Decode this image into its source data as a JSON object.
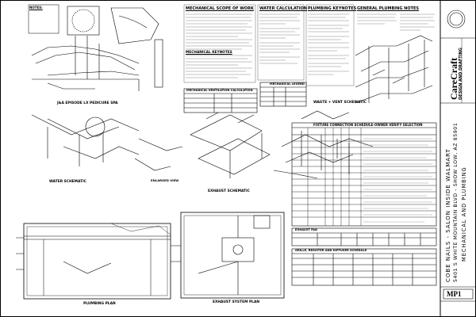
{
  "notes": {
    "title": "NOTES:"
  },
  "sections": {
    "mech_scope": "MECHANICAL SCOPE OF WORK",
    "water_calc": "WATER CALCULATION",
    "plumbing_keynotes": "PLUMBING KEYNOTES",
    "general_notes": "GENERAL PLUMBING NOTES",
    "mech_keynotes": "MECHANICAL KEYNOTES",
    "mech_vent_calc": "MECHANICAL VENTILATION CALCULATION",
    "mech_legend": "MECHANICAL LEGEND",
    "fixture_schedule": "FIXTURE CONNECTION SCHEDULE-OWNER VERIFY SELECTION",
    "exhaust_fan": "EXHAUST FAN",
    "grille_schedule": "GRILLE, REGISTER AND DIFFUSER SCHEDULE"
  },
  "drawings": {
    "pedicure": "J&A EPISODE LX PEDICURE SPA",
    "enlarged": "ENLARGED VIEW",
    "water_schematic": "WATER SCHEMATIC",
    "exhaust_schematic": "EXHAUST SCHEMATIC",
    "waste_vent": "WASTE + VENT SCHEMATIC",
    "plumbing_plan": "PLUMBING PLAN",
    "exhaust_system_plan": "EXHAUST SYSTEM PLAN"
  },
  "title_block": {
    "company": "CareCraft",
    "tagline": "DESIGN AND DRAFTING",
    "project": "COBE NAILS - SALON INSIDE WALMART",
    "address": "5401 S WHITE MOUNTAIN BLVD - SHOW LOW, AZ 85901",
    "sheet_title": "MECHANICAL AND PLUMBING",
    "sheet_number": "MP1"
  },
  "colors": {
    "line": "#000000",
    "background": "#ffffff"
  }
}
